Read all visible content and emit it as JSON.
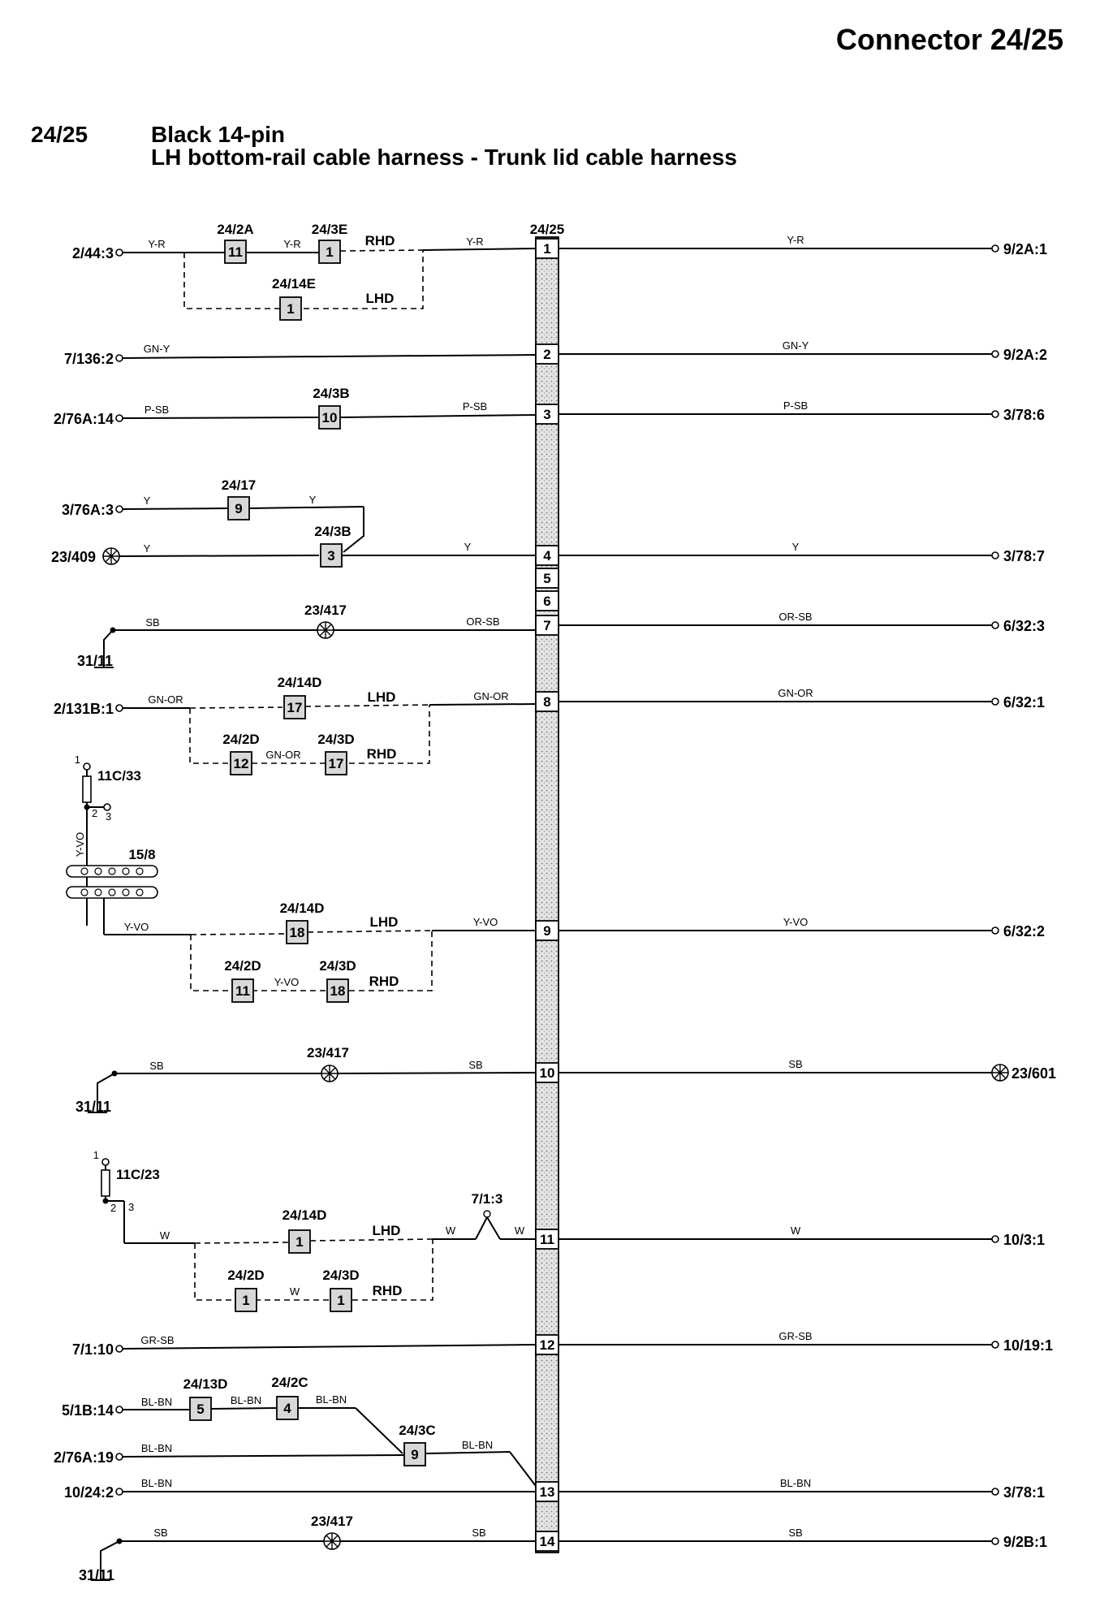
{
  "page": {
    "title": "Connector 24/25",
    "connector_id": "24/25",
    "connector_type": "Black 14-pin",
    "description": "LH bottom-rail cable harness - Trunk lid cable harness",
    "bar_label": "24/25"
  },
  "pins": [
    "1",
    "2",
    "3",
    "4",
    "5",
    "6",
    "7",
    "8",
    "9",
    "10",
    "11",
    "12",
    "13",
    "14"
  ],
  "left_endpoints": [
    "2/44:3",
    "7/136:2",
    "2/76A:14",
    "3/76A:3",
    "23/409",
    "2/131B:1",
    "7/1:10",
    "5/1B:14",
    "2/76A:19",
    "10/24:2"
  ],
  "right_endpoints": [
    "9/2A:1",
    "9/2A:2",
    "3/78:6",
    "3/78:7",
    "6/32:3",
    "6/32:1",
    "6/32:2",
    "23/601",
    "10/3:1",
    "10/19:1",
    "3/78:1",
    "9/2B:1"
  ],
  "ground_labels": [
    "31/11",
    "31/11",
    "31/11"
  ],
  "box_labels": [
    "24/2A",
    "24/3E",
    "24/14E",
    "24/3B",
    "24/17",
    "24/3B",
    "24/14D",
    "24/2D",
    "24/3D",
    "24/14D",
    "24/2D",
    "24/3D",
    "24/14D",
    "24/2D",
    "24/3D",
    "24/13D",
    "24/2C",
    "24/3C"
  ],
  "box_pins": [
    "11",
    "1",
    "1",
    "10",
    "9",
    "3",
    "17",
    "12",
    "17",
    "18",
    "11",
    "18",
    "1",
    "1",
    "1",
    "5",
    "4",
    "9"
  ],
  "splice_labels": [
    "23/417",
    "23/417",
    "23/417",
    "7/1:3"
  ],
  "fuse_labels": [
    "11C/33",
    "11C/23"
  ],
  "fuse_terms": [
    "1",
    "2",
    "3",
    "1",
    "2",
    "3"
  ],
  "relay_label": "15/8",
  "variant_labels": [
    "RHD",
    "LHD",
    "LHD",
    "RHD",
    "LHD",
    "RHD",
    "LHD",
    "RHD"
  ],
  "wire_labels": [
    "Y-R",
    "Y-R",
    "Y-R",
    "Y-R",
    "GN-Y",
    "GN-Y",
    "P-SB",
    "P-SB",
    "P-SB",
    "Y",
    "Y",
    "Y",
    "Y",
    "Y",
    "SB",
    "OR-SB",
    "OR-SB",
    "GN-OR",
    "GN-OR",
    "GN-OR",
    "GN-OR",
    "Y-VO",
    "Y-VO",
    "Y-VO",
    "Y-VO",
    "Y-VO",
    "SB",
    "SB",
    "SB",
    "W",
    "W",
    "W",
    "W",
    "W",
    "GR-SB",
    "GR-SB",
    "BL-BN",
    "BL-BN",
    "BL-BN",
    "BL-BN",
    "BL-BN",
    "BL-BN",
    "BL-BN",
    "SB",
    "SB",
    "SB"
  ],
  "colors": {
    "ink": "#000000",
    "bar_fill": "#cfcfcf",
    "box_fill": "#d8d8d8"
  }
}
